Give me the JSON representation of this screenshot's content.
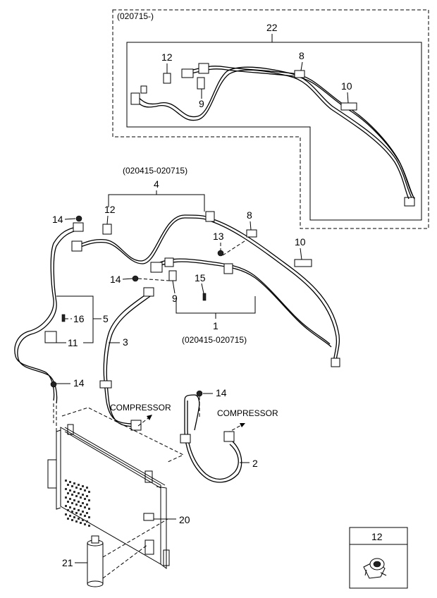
{
  "dates": {
    "top_box": "(020715-)",
    "group_4": "(020415-020715)",
    "group_1": "(020415-020715)"
  },
  "callouts": {
    "c22": "22",
    "c12_top": "12",
    "c8_top": "8",
    "c10_top": "10",
    "c9_top": "9",
    "c4": "4",
    "c12_mid": "12",
    "c14_a": "14",
    "c8_mid": "8",
    "c13": "13",
    "c10_mid": "10",
    "c14_b": "14",
    "c15": "15",
    "c9_mid": "9",
    "c16": "16",
    "c5": "5",
    "c11": "11",
    "c3": "3",
    "c1": "1",
    "c14_c": "14",
    "c14_d": "14",
    "c2": "2",
    "c20": "20",
    "c21": "21",
    "c12_inset": "12"
  },
  "text": {
    "compressor_left": "COMPRESSOR",
    "compressor_right": "COMPRESSOR"
  }
}
